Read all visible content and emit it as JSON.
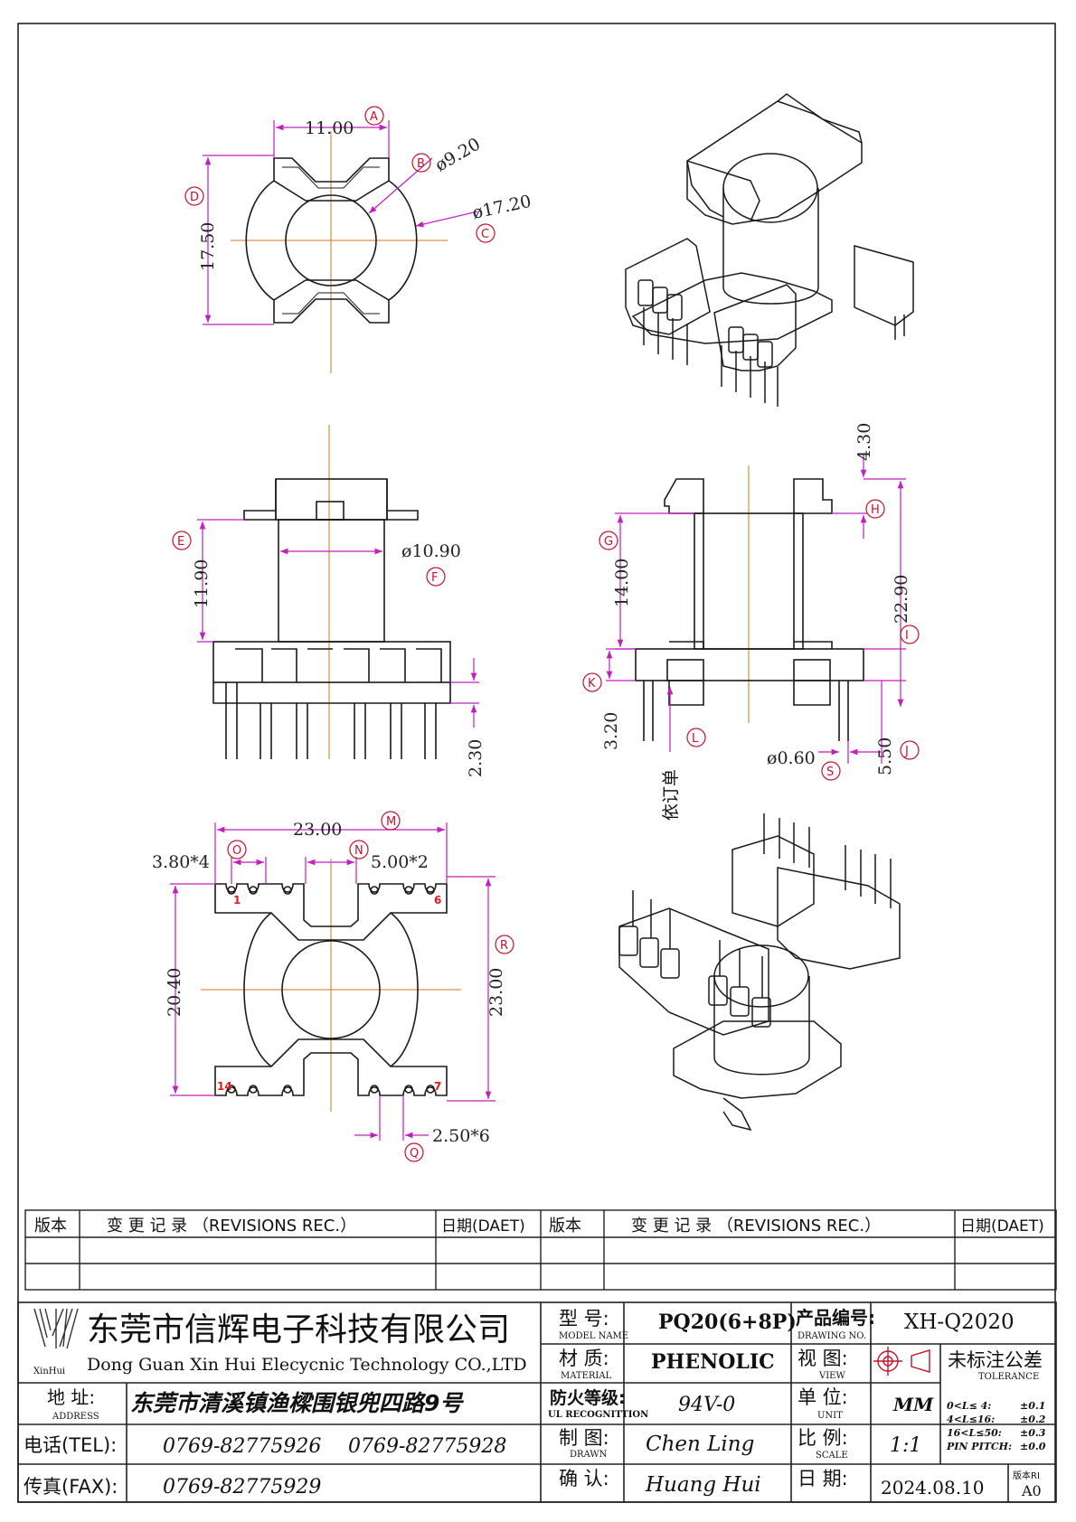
{
  "drawing": {
    "top_view": {
      "dims": {
        "width": "11.00",
        "inner_dia": "ø9.20",
        "outer_dia": "ø17.20",
        "height": "17.50"
      },
      "tags": {
        "width": "A",
        "inner_dia": "B",
        "outer_dia": "C",
        "height": "D"
      }
    },
    "front_view": {
      "dims": {
        "flange_height": "11.90",
        "core_dia": "ø10.90",
        "pin_length": "2.30"
      },
      "tags": {
        "flange_height": "E",
        "core_dia": "F"
      }
    },
    "side_view": {
      "dims": {
        "top_flange": "4.30",
        "winding_height": "14.00",
        "total_height": "22.90",
        "base_height": "3.20",
        "pin_dia": "ø0.60",
        "pin_offset": "5.50"
      },
      "tags": {
        "winding_height": "G",
        "top_flange": "H",
        "total_height": "I",
        "pin_offset": "J",
        "base_height": "K",
        "pin_length": "L",
        "pin_dia": "S"
      },
      "note": "依订单"
    },
    "bottom_view": {
      "dims": {
        "total_width": "23.00",
        "slot_pitch": "3.80*4",
        "slot_gap": "5.00*2",
        "height_inner": "20.40",
        "height_outer": "23.00",
        "pin_pitch": "2.50*6"
      },
      "tags": {
        "total_width": "M",
        "slot_gap": "N",
        "slot_pitch": "O",
        "height_outer": "R",
        "pin_pitch": "Q"
      },
      "pins": {
        "p1": "1",
        "p6": "6",
        "p7": "7",
        "p14": "14"
      }
    }
  },
  "revisions": {
    "col_ver": "版本",
    "col_rec": "变 更 记 录 （REVISIONS REC.）",
    "col_date": "日期(DAET)"
  },
  "company": {
    "logo_text": "XinHui",
    "name_cn": "东莞市信辉电子科技有限公司",
    "name_en": "Dong Guan Xin Hui Elecycnic Technology CO.,LTD",
    "address_label": "地 址:",
    "address_label_en": "ADDRESS",
    "address": "东莞市清溪镇渔樑围银兜四路9号",
    "tel_label": "电话(TEL):",
    "tel1": "0769-82775926",
    "tel2": "0769-82775928",
    "fax_label": "传真(FAX):",
    "fax": "0769-82775929"
  },
  "title_block": {
    "model_label": "型 号:",
    "model_label_en": "MODEL NAME",
    "model": "PQ20(6+8P)",
    "material_label": "材 质:",
    "material_label_en": "MATERIAL",
    "material": "PHENOLIC",
    "fire_label": "防火等级:",
    "fire_label_en": "UL RECOGNITTION",
    "fire": "94V-0",
    "drawn_label": "制 图:",
    "drawn_label_en": "DRAWN",
    "drawn": "Chen Ling",
    "confirm_label": "确 认:",
    "confirm": "Huang Hui",
    "drawing_no_label": "产品编号:",
    "drawing_no_label_en": "DRAWING NO.",
    "drawing_no": "XH-Q2020",
    "view_label": "视 图:",
    "view_label_en": "VIEW",
    "tolerance_label": "未标注公差",
    "tolerance_label_en": "TOLERANCE",
    "unit_label": "单 位:",
    "unit_label_en": "UNIT",
    "unit": "MM",
    "scale_label": "比 例:",
    "scale_label_en": "SCALE",
    "scale": "1:1",
    "date_label": "日 期:",
    "date": "2024.08.10",
    "version_label": "版本RI",
    "version": "A0",
    "tolerances": [
      {
        "range": "0<L≤ 4:",
        "value": "±0.1"
      },
      {
        "range": "4<L≤16:",
        "value": "±0.2"
      },
      {
        "range": "16<L≤50:",
        "value": "±0.3"
      },
      {
        "range": "PIN PITCH:",
        "value": "±0.0"
      }
    ]
  }
}
